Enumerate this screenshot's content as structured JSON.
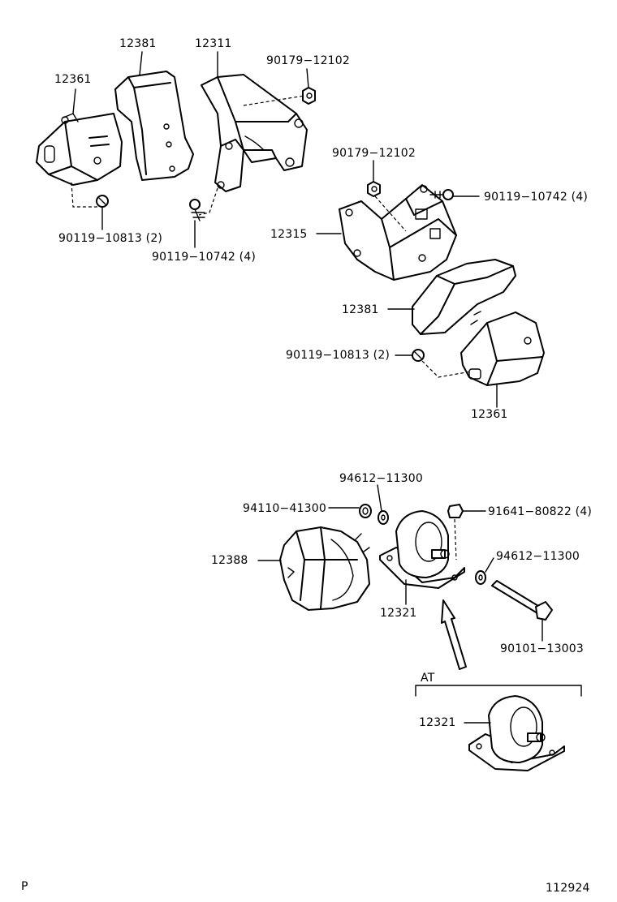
{
  "labels": {
    "p12361_top": "12361",
    "p12381_top": "12381",
    "p12311": "12311",
    "p90179_top": "90179−12102",
    "p90119_10813_top": "90119−10813 (2)",
    "p90119_10742_top": "90119−10742 (4)",
    "p90179_mid": "90179−12102",
    "p90119_10742_right": "90119−10742 (4)",
    "p12315": "12315",
    "p12381_mid": "12381",
    "p90119_10813_mid": "90119−10813 (2)",
    "p12361_mid": "12361",
    "p94612_top": "94612−11300",
    "p94110": "94110−41300",
    "p91641": "91641−80822 (4)",
    "p12388": "12388",
    "p94612_right": "94612−11300",
    "p12321_main": "12321",
    "p90101": "90101−13003",
    "at_label": "AT",
    "p12321_at": "12321",
    "corner_left": "P",
    "corner_right": "112924"
  }
}
